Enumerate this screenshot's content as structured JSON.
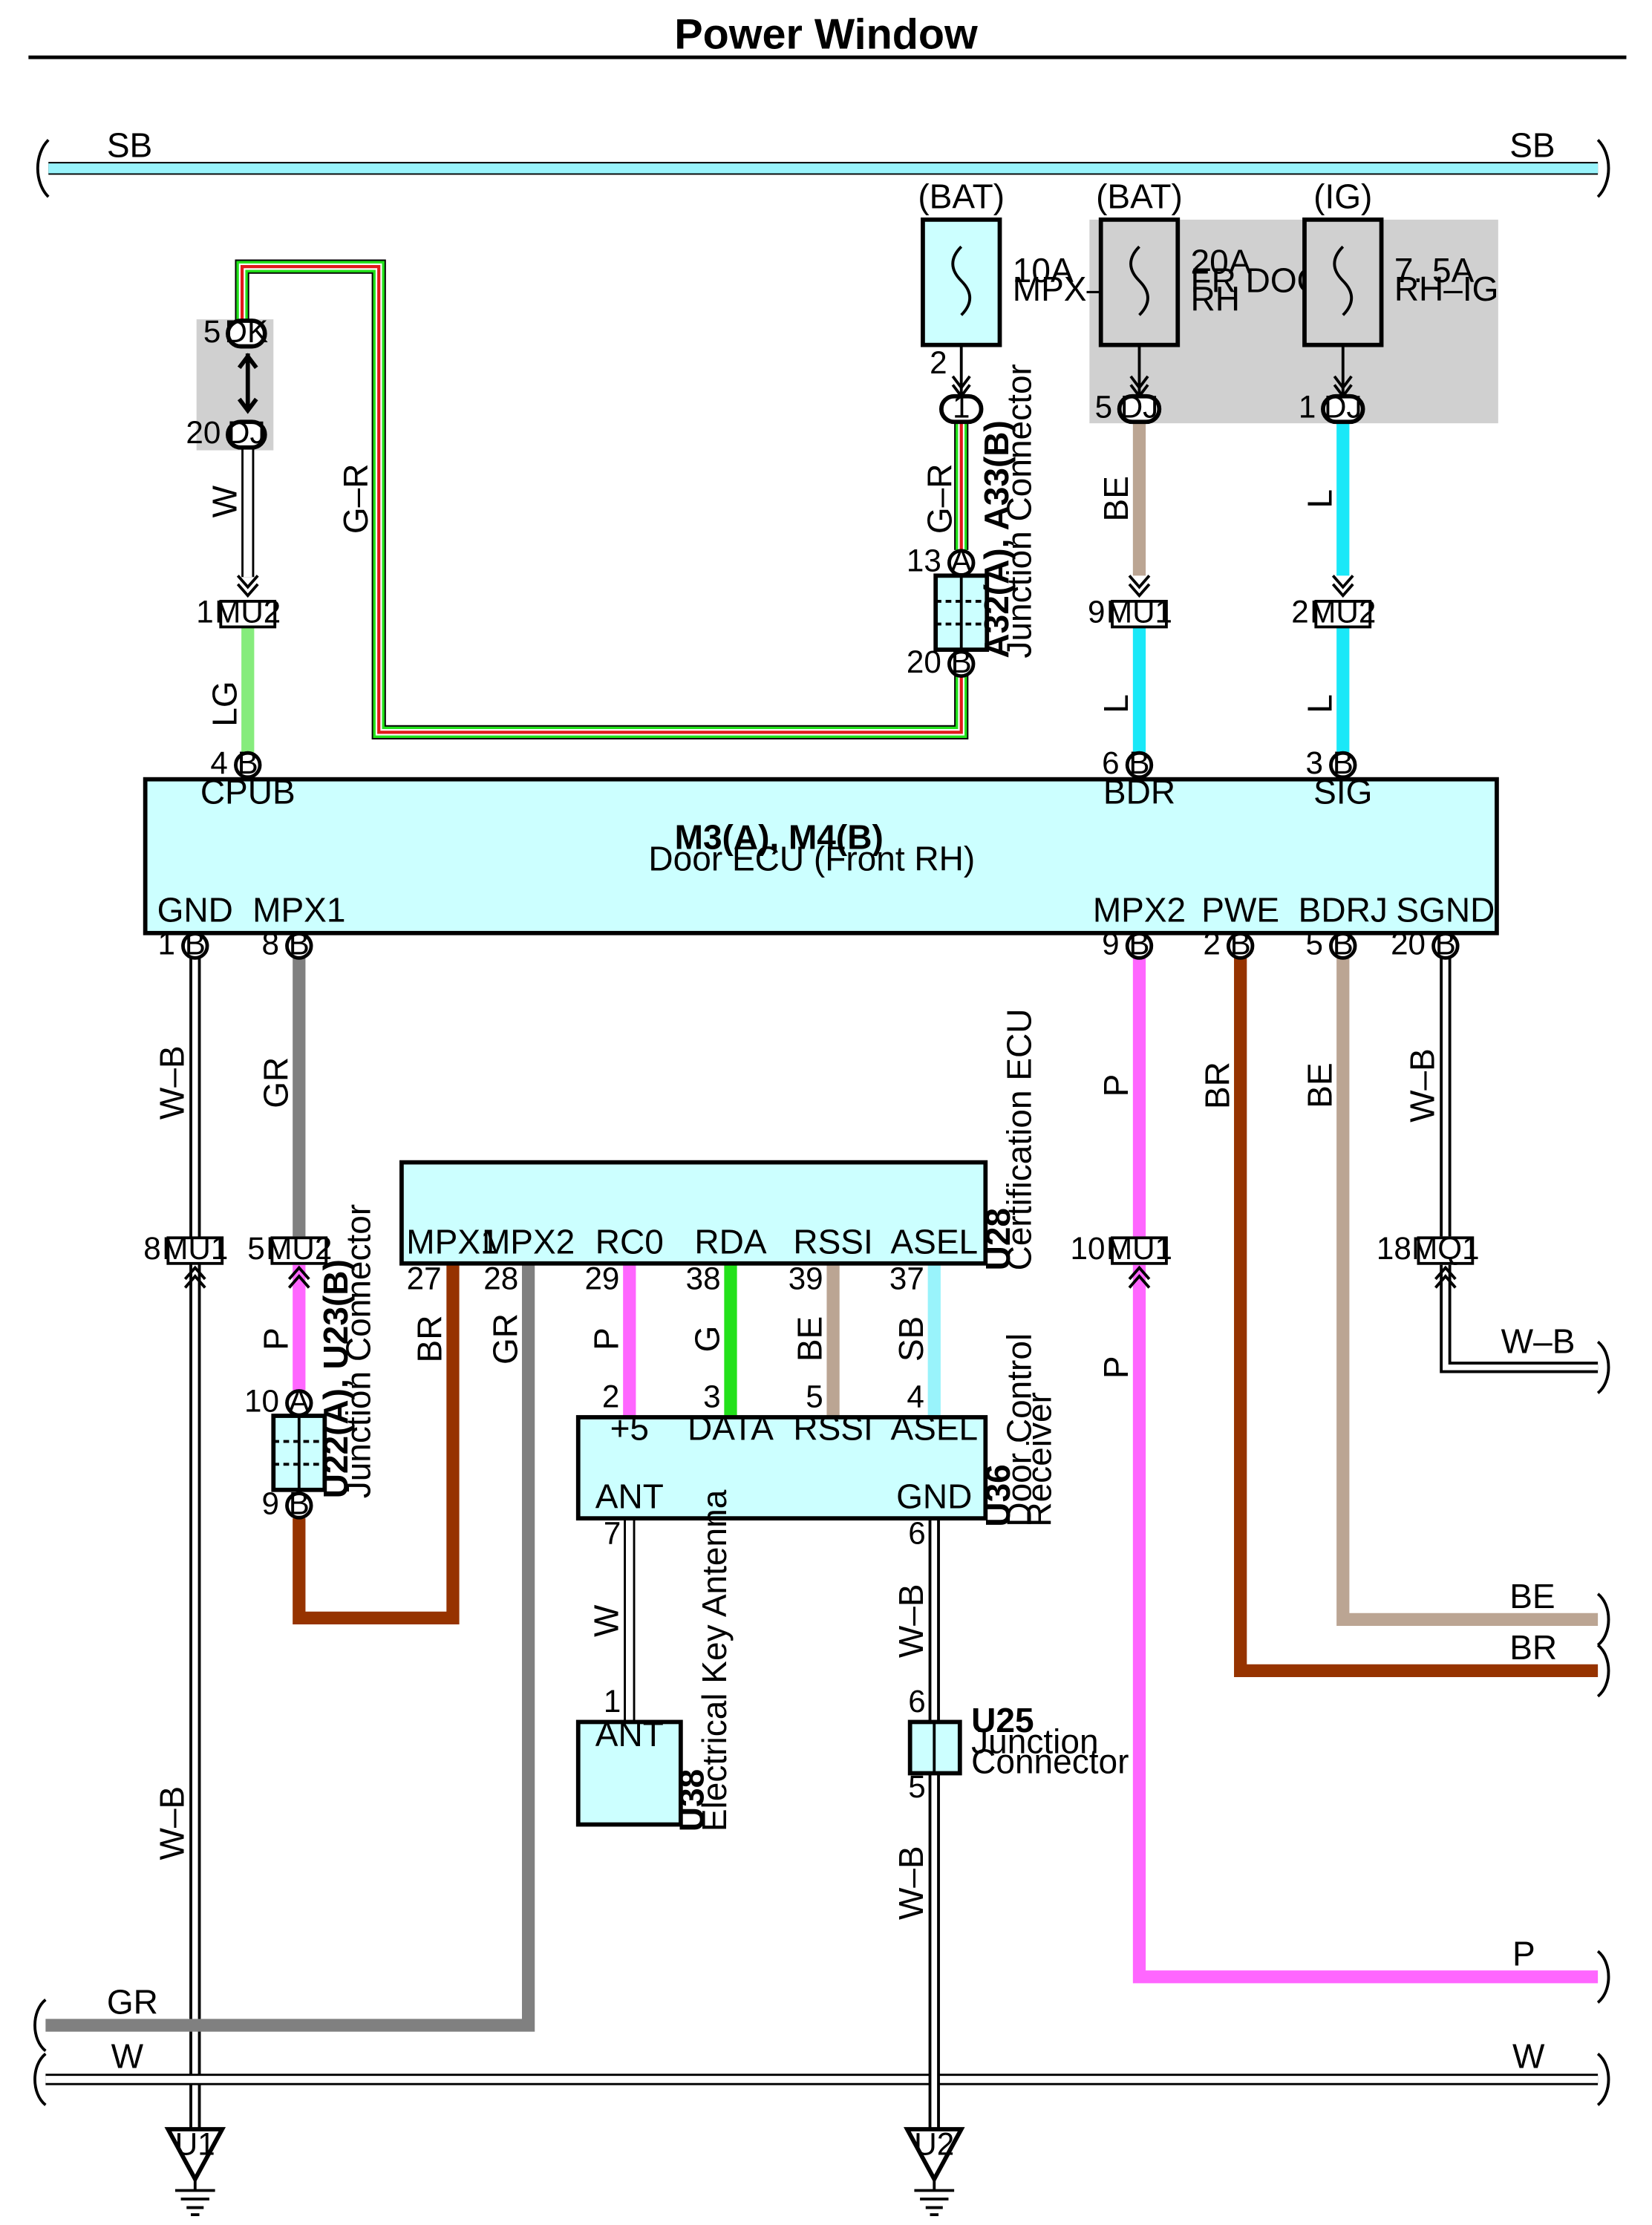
{
  "title": "Power Window",
  "colors": {
    "SB": "#99f3fb",
    "L": "#1ae8f8",
    "LG": "#86ec7c",
    "G": "#22e11a",
    "GR": "#808080",
    "P": "#ff66ff",
    "BR": "#963300",
    "BE": "#bba593",
    "W": "#ffffff",
    "R": "#e11a1a",
    "box": "#ccffff",
    "shade": "#d0d0d0"
  },
  "wires": {
    "SB": "SB",
    "W": "W",
    "WB": "W–B",
    "GR": "GR",
    "GR_DASH": "G–R",
    "LG": "LG",
    "L": "L",
    "BE": "BE",
    "BR": "BR",
    "P": "P",
    "G": "G"
  },
  "power": {
    "bat": "(BAT)",
    "ig": "(IG)"
  },
  "fuses": [
    {
      "amp": "10A",
      "name": "MPX–B",
      "name2": ""
    },
    {
      "amp": "20A",
      "name": "FR DOOR",
      "name2": "RH"
    },
    {
      "amp": "7. 5A",
      "name": "RH–IG",
      "name2": ""
    }
  ],
  "connectors": {
    "DK": "DK",
    "DJ": "DJ",
    "MU2": "MU2",
    "MU1": "MU1",
    "MQ1": "MQ1",
    "A": "A",
    "B": "B",
    "one": "1"
  },
  "pins": {
    "p1": "1",
    "p2": "2",
    "p3": "3",
    "p4": "4",
    "p5": "5",
    "p6": "6",
    "p7": "7",
    "p8": "8",
    "p9": "9",
    "p10": "10",
    "p13": "13",
    "p18": "18",
    "p20": "20",
    "p27": "27",
    "p28": "28",
    "p29": "29",
    "p37": "37",
    "p38": "38",
    "p39": "39"
  },
  "door_ecu": {
    "code": "M3(A), M4(B)",
    "name": "Door ECU (Front RH)",
    "top_terms": [
      "CPUB",
      "BDR",
      "SIG"
    ],
    "bottom_terms": [
      "GND",
      "MPX1",
      "MPX2",
      "PWE",
      "BDRJ",
      "SGND"
    ]
  },
  "junction_a32": {
    "code": "A32(A), A33(B)",
    "name": "Junction Connector"
  },
  "junction_u22": {
    "code": "U22(A), U23(B)",
    "name": "Junction Connector"
  },
  "cert_ecu": {
    "code": "U28",
    "name": "Certification ECU",
    "terms": [
      "MPX1",
      "MPX2",
      "RC0",
      "RDA",
      "RSSI",
      "ASEL"
    ]
  },
  "receiver": {
    "code": "U36",
    "name": "Door Control",
    "name2": "Receiver",
    "terms": [
      "+5",
      "DATA",
      "RSSI",
      "ASEL"
    ],
    "ant": "ANT",
    "gnd": "GND"
  },
  "antenna": {
    "code": "U38",
    "name": "Electrical Key Antenna",
    "term": "ANT"
  },
  "u25": {
    "code": "U25",
    "name": "Junction",
    "name2": "Connector"
  },
  "grounds": [
    "U1",
    "U2"
  ]
}
